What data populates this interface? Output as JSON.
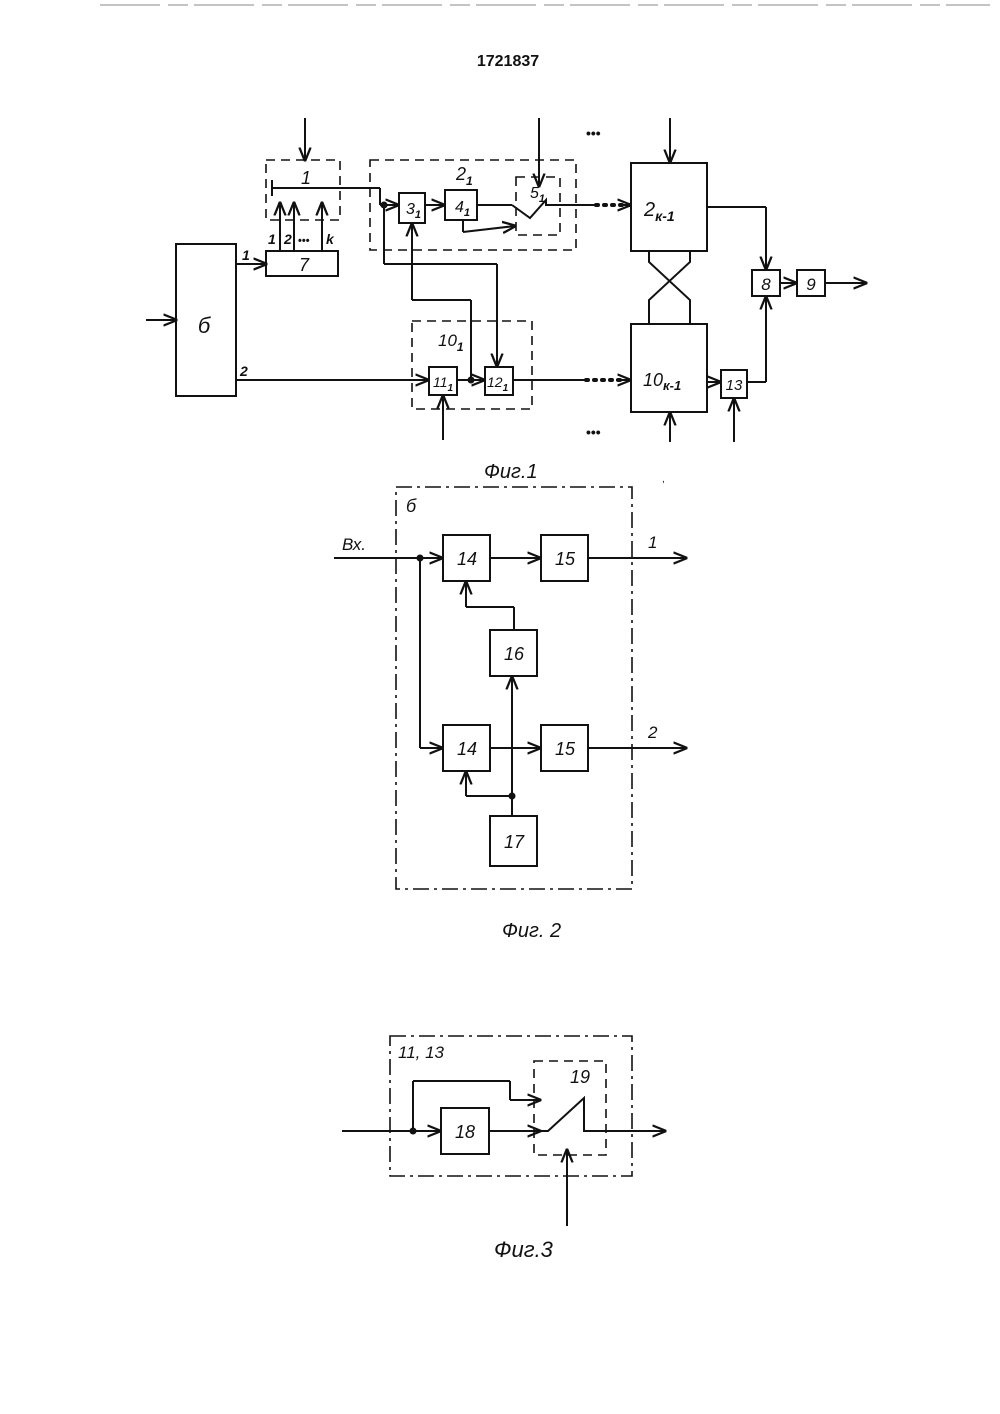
{
  "patent_number": "1721837",
  "fig1": {
    "caption": "Фиг.1",
    "labels": {
      "b1": "1",
      "b2": "2",
      "b2sub": "1",
      "b3": "3",
      "b3sub": "1",
      "b4": "4",
      "b4sub": "1",
      "b5": "5",
      "b5sub": "1",
      "b2k": "2",
      "b2ksub": "к-1",
      "b6": "б",
      "b7": "7",
      "b8": "8",
      "b9": "9",
      "b10": "10",
      "b10sub": "1",
      "b11": "11",
      "b11sub": "1",
      "b12": "12",
      "b12sub": "1",
      "b10k": "10",
      "b10ksub": "к-1",
      "b13": "13"
    },
    "bus_inputs": [
      "1",
      "2",
      "•••",
      "k"
    ],
    "out1": "1",
    "out2": "2",
    "ellipsis": "•••"
  },
  "fig2": {
    "caption": "Фиг. 2",
    "container": "б",
    "input": "Вх.",
    "out1": "1",
    "out2": "2",
    "blocks": {
      "b14a": "14",
      "b15a": "15",
      "b16": "16",
      "b14b": "14",
      "b15b": "15",
      "b17": "17"
    }
  },
  "fig3": {
    "caption": "Фиг.3",
    "container": "11, 13",
    "blocks": {
      "b18": "18",
      "b19": "19"
    }
  }
}
